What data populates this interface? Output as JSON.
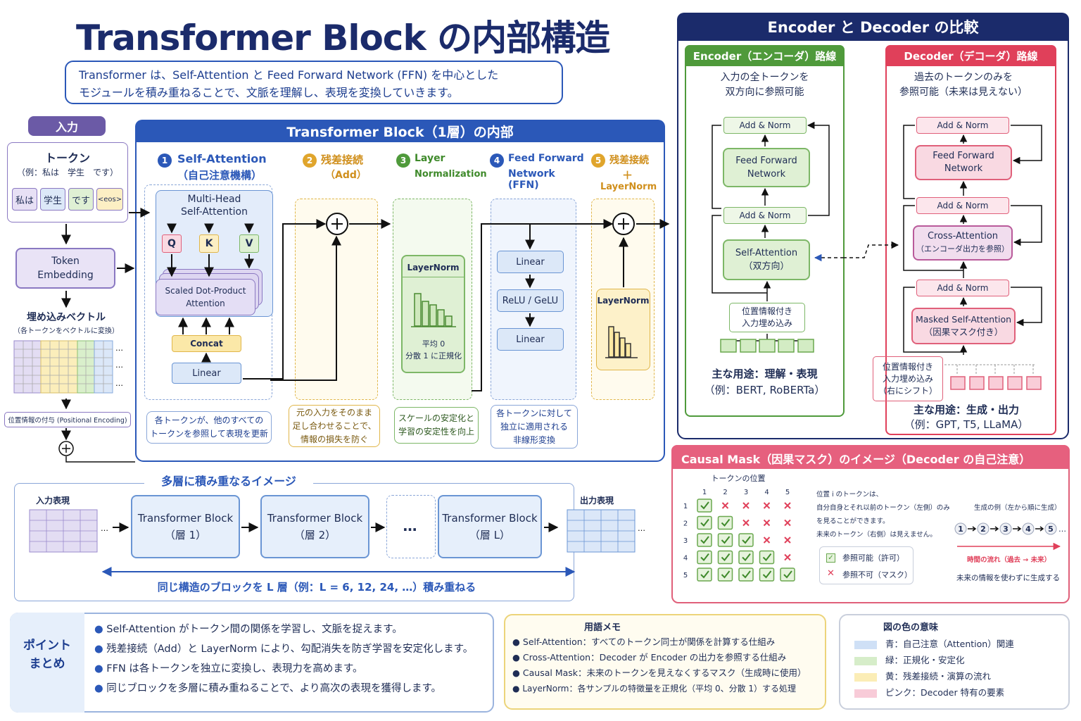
{
  "title": "Transformer Block の内部構造",
  "intro": [
    "Transformer は、Self-Attention と Feed Forward Network (FFN) を中心とした",
    "モジュールを積み重ねることで、文脈を理解し、表現を変換していきます。"
  ],
  "input": {
    "header": "入力",
    "tokens_title": "トークン",
    "tokens_example": "（例：私は　学生　です）",
    "token_chips": [
      "私は",
      "学生",
      "です",
      "<eos>"
    ],
    "embedding": [
      "Token",
      "Embedding"
    ],
    "embed_vec_title": "埋め込みベクトル",
    "embed_vec_sub": "（各トークンをベクトルに変換）",
    "ellipsis": "…",
    "positional": "位置情報の付与 (Positional Encoding)",
    "plus": "⊕"
  },
  "block": {
    "header": "Transformer Block（1層）の内部",
    "steps": [
      {
        "num": "1",
        "title": "Self-Attention",
        "sub": "（自己注意機構）"
      },
      {
        "num": "2",
        "title": "残差接続",
        "sub": "（Add）"
      },
      {
        "num": "3",
        "title": "Layer",
        "sub": "Normalization"
      },
      {
        "num": "4",
        "title": "Feed Forward",
        "sub": "Network (FFN)"
      },
      {
        "num": "5",
        "title": "残差接続",
        "sub": "＋",
        "sub2": "LayerNorm"
      }
    ],
    "mha": [
      "Multi-Head",
      "Self-Attention"
    ],
    "qkv": [
      "Q",
      "K",
      "V"
    ],
    "sdpa": [
      "Scaled Dot-Product",
      "Attention"
    ],
    "concat": "Concat",
    "linear": "Linear",
    "layernorm": "LayerNorm",
    "ln_note": [
      "平均 0",
      "分散 1 に正規化"
    ],
    "ffn": [
      "Linear",
      "ReLU / GeLU",
      "Linear"
    ],
    "layernorm2": "LayerNorm",
    "notes": [
      [
        "各トークンが、他のすべての",
        "トークンを参照して表現を更新"
      ],
      [
        "元の入力をそのまま",
        "足し合わせることで、",
        "情報の損失を防ぐ"
      ],
      [
        "スケールの安定化と",
        "学習の安定性を向上"
      ],
      [
        "各トークンに対して",
        "独立に適用される",
        "非線形変換"
      ]
    ]
  },
  "stack": {
    "title": "多層に積み重なるイメージ",
    "input_label": "入力表現",
    "output_label": "出力表現",
    "blocks": [
      [
        "Transformer Block",
        "（層 1）"
      ],
      [
        "Transformer Block",
        "（層 2）"
      ],
      [
        "Transformer Block",
        "（層 L）"
      ]
    ],
    "dots": "…",
    "caption": "同じ構造のブロックを L 層（例：L = 6, 12, 24, …）積み重ねる"
  },
  "compare": {
    "header": "Encoder と Decoder の比較",
    "encoder": {
      "header": "Encoder（エンコーダ）路線",
      "desc": [
        "入力の全トークンを",
        "双方向に参照可能"
      ],
      "addnorm": "Add & Norm",
      "ffn": [
        "Feed Forward",
        "Network"
      ],
      "sa": [
        "Self-Attention",
        "（双方向）"
      ],
      "pos": [
        "位置情報付き",
        "入力埋め込み"
      ],
      "usage": [
        "主な用途：理解・表現",
        "（例：BERT, RoBERTa）"
      ]
    },
    "decoder": {
      "header": "Decoder（デコーダ）路線",
      "desc": [
        "過去のトークンのみを",
        "参照可能（未来は見えない）"
      ],
      "addnorm": "Add & Norm",
      "ffn": [
        "Feed Forward",
        "Network"
      ],
      "ca": [
        "Cross-Attention",
        "（エンコーダ出力を参照）"
      ],
      "msa": [
        "Masked Self-Attention",
        "（因果マスク付き）"
      ],
      "pos": [
        "位置情報付き",
        "入力埋め込み",
        "（右にシフト）"
      ],
      "usage": [
        "主な用途：生成・出力",
        "（例：GPT, T5, LLaMA）"
      ]
    }
  },
  "mask": {
    "header": "Causal Mask（因果マスク）のイメージ（Decoder の自己注意）",
    "pos_label": "トークンの位置",
    "indices": [
      "1",
      "2",
      "3",
      "4",
      "5"
    ],
    "desc": [
      "位置 i のトークンは、",
      "自分自身とそれ以前のトークン（左側）のみ",
      "を見ることができます。",
      "未来のトークン（右側）は見えません。"
    ],
    "legend_ok": "参照可能（許可）",
    "legend_ng": "参照不可（マスク）",
    "gen_title": "生成の例（左から順に生成）",
    "gen_tail": "…",
    "time_flow": "時間の流れ（過去 → 未来）",
    "gen_caption": "未来の情報を使わずに生成する"
  },
  "summary": {
    "title": [
      "ポイント",
      "まとめ"
    ],
    "points": [
      "Self-Attention がトークン間の関係を学習し、文脈を捉えます。",
      "残差接続（Add）と LayerNorm により、勾配消失を防ぎ学習を安定化します。",
      "FFN は各トークンを独立に変換し、表現力を高めます。",
      "同じブロックを多層に積み重ねることで、より高次の表現を獲得します。"
    ]
  },
  "glossary": {
    "title": "用語メモ",
    "items": [
      "Self-Attention：すべてのトークン同士が関係を計算する仕組み",
      "Cross-Attention：Decoder が Encoder の出力を参照する仕組み",
      "Causal Mask：未来のトークンを見えなくするマスク（生成時に使用）",
      "LayerNorm：各サンプルの特徴量を正規化（平均 0、分散 1）する処理"
    ]
  },
  "colors": {
    "title": "図の色の意味",
    "items": [
      {
        "color": "#cfe0f6",
        "label": "青：自己注意（Attention）関連"
      },
      {
        "color": "#d6edc9",
        "label": "緑：正規化・安定化"
      },
      {
        "color": "#fbedb6",
        "label": "黄：残差接続・演算の流れ"
      },
      {
        "color": "#f8cbd8",
        "label": "ピンク：Decoder 特有の要素"
      }
    ]
  }
}
